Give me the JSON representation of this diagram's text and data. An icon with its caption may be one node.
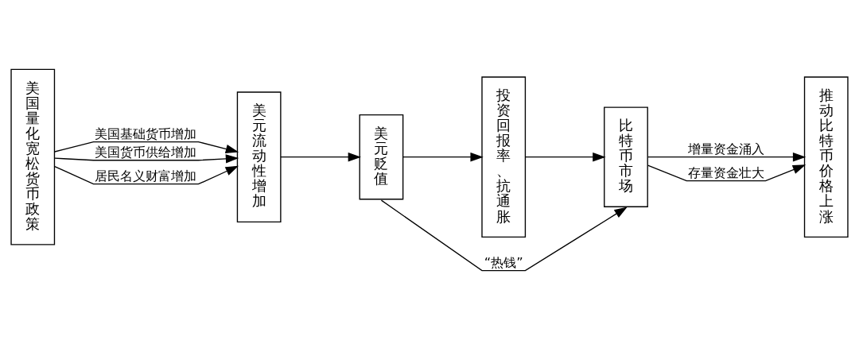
{
  "diagram": {
    "nodes": [
      {
        "text": [
          "美国量化宽松货币政策"
        ]
      },
      {
        "text": [
          "美元流动性增加"
        ]
      },
      {
        "text": [
          "美元贬值"
        ]
      },
      {
        "text": [
          "投资回报率、抗通胀"
        ]
      },
      {
        "text": [
          "比特币市场"
        ]
      },
      {
        "text": [
          "推动比特币价格上涨"
        ]
      }
    ],
    "edges": [
      {
        "from": 0,
        "to": 1,
        "arrow": "to",
        "label": "美国基础货币增加"
      },
      {
        "from": 0,
        "to": 1,
        "arrow": "to",
        "label": "美国货币供给增加"
      },
      {
        "from": 0,
        "to": 1,
        "arrow": "to",
        "label": "居民名义财富增加"
      },
      {
        "from": 1,
        "to": 2,
        "arrow": "to"
      },
      {
        "from": 2,
        "to": 3,
        "arrow": "to"
      },
      {
        "from": 3,
        "to": 4,
        "arrow": "to"
      },
      {
        "from": 2,
        "to": 4,
        "arrow": "to",
        "label": "“热钱”"
      },
      {
        "from": 4,
        "to": 5,
        "arrow": "to",
        "label": "增量资金涌入"
      },
      {
        "from": 4,
        "to": 5,
        "arrow": "to",
        "label": "存量资金壮大"
      }
    ]
  }
}
